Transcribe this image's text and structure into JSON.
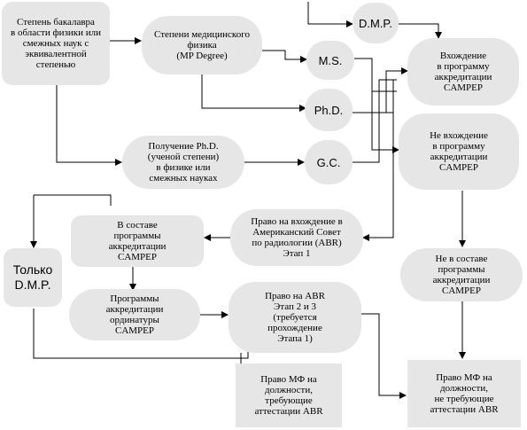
{
  "nodes": {
    "bachelor": "Степень бакалавра\nв области физики или\nсмежных наук с\nэквивалентной\nстепенью",
    "med_physics": "Степени медицинского\nфизика\n(MP Degree)",
    "dmp_top": "D.M.P.",
    "ms": "M.S.",
    "phd": "Ph.D.",
    "phd_obtain": "Получение Ph.D.\n(ученой степени)\nв физике или\nсмежных науках",
    "gc": "G.C.",
    "enter_campep": "Вхождение\nв  программу\nаккредитации\nCAMPEP",
    "not_enter_campep": "Не вхождение\nв программу\nаккредитации\nCAMPEP",
    "abr_right": "Право на вхождение в\nАмериканский Совет\nпо радиологии (ABR)\nЭтап 1",
    "in_campep": "В составе\nпрограммы\nаккредитации\nCAMPEP",
    "only_dmp": "Только\nD.M.P.",
    "residency": "Программы\nаккредитации\nординатуры\nCAMPEP",
    "abr_stage23": "Право на ABR\nЭтап 2 и 3\n(требуется\nпрохождение\nЭтапа 1)",
    "not_in_campep": "Не в составе\nпрограммы\nаккредитации\nCAMPEP",
    "mf_abr": "Право МФ на\nдолжности,\nтребующие\nаттестации ABR",
    "mf_no_abr": "Право МФ на\nдолжности,\nне требующие\nаттестации ABR"
  },
  "colors": {
    "node_fill": "#e6e6e6",
    "edge": "#000000",
    "background": "#ffffff"
  }
}
